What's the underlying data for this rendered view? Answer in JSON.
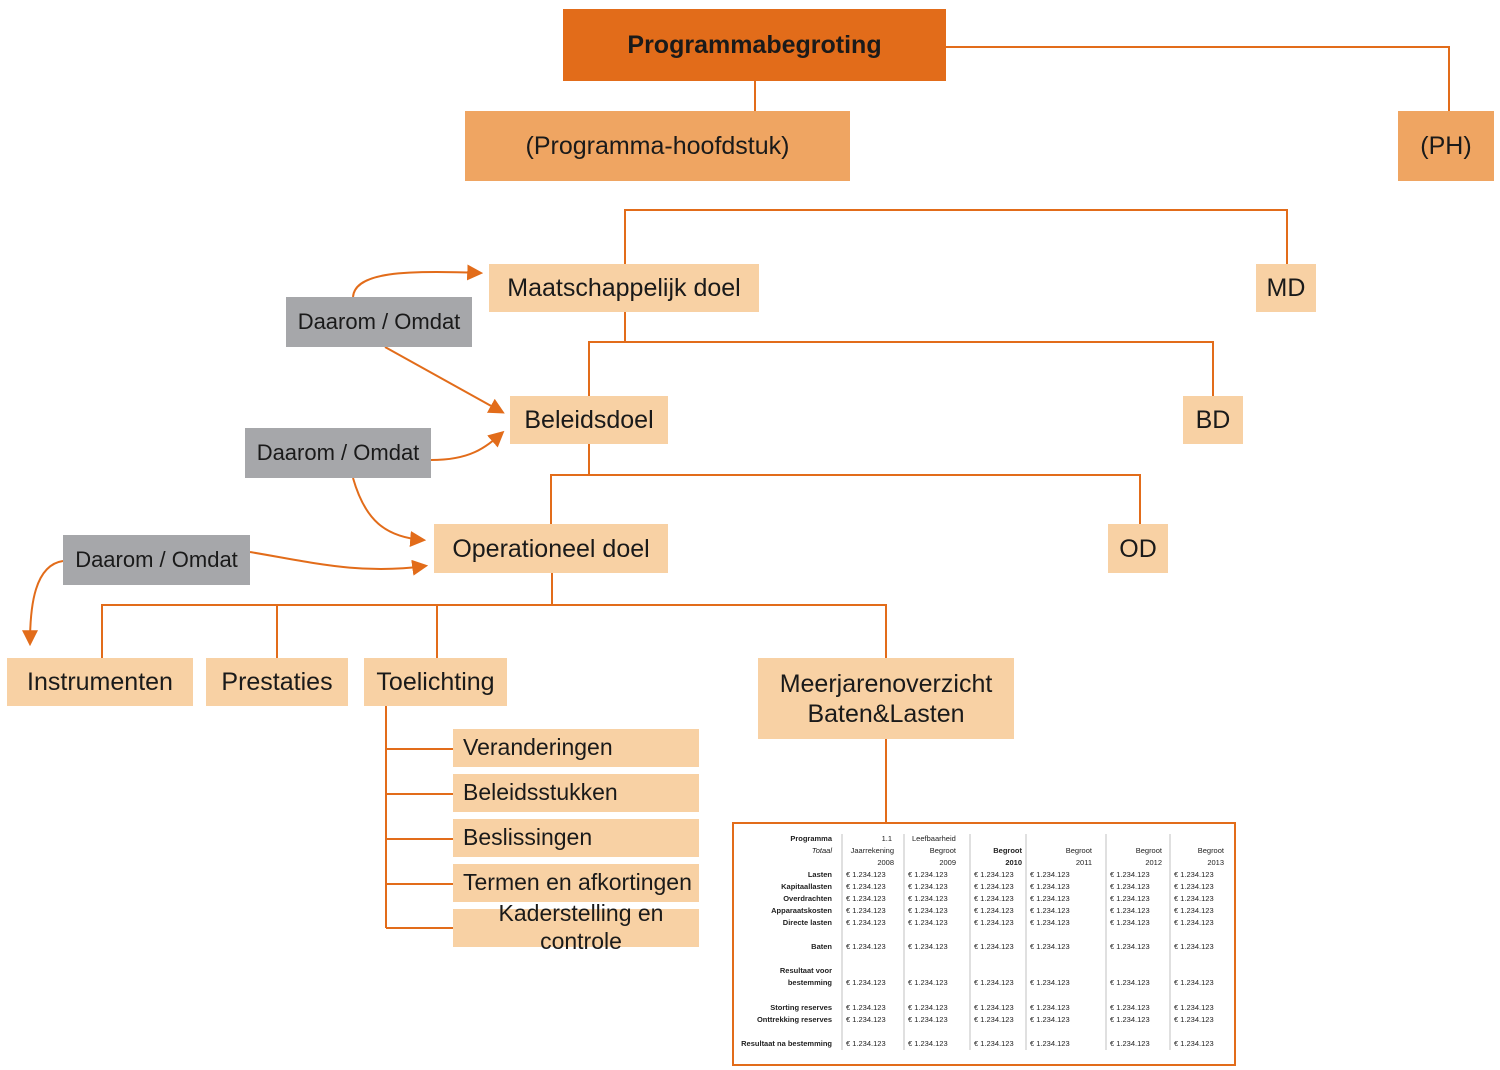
{
  "nodes": {
    "programmabegroting": "Programmabegroting",
    "programma_hoofdstuk": "(Programma-hoofdstuk)",
    "ph": "(PH)",
    "maatschappelijk_doel": "Maatschappelijk doel",
    "md": "MD",
    "beleidsdoel": "Beleidsdoel",
    "bd": "BD",
    "operationeel_doel": "Operationeel doel",
    "od": "OD",
    "instrumenten": "Instrumenten",
    "prestaties": "Prestaties",
    "toelichting": "Toelichting",
    "meerjarenoverzicht": "Meerjarenoverzicht Baten&Lasten"
  },
  "daarom_label": "Daarom / Omdat",
  "toelichting_items": [
    "Veranderingen",
    "Beleidsstukken",
    "Beslissingen",
    "Termen en afkortingen",
    "Kaderstelling en controle"
  ],
  "colors": {
    "accent": "#e26c1a",
    "level1": "#efa562",
    "level2": "#f8d1a4",
    "grey": "#a6a7aa"
  },
  "table": {
    "header_label": "Programma",
    "header_sub": "Totaal",
    "program_number": "1.1",
    "program_name": "Leefbaarheid",
    "columns": [
      {
        "type": "Jaarrekening",
        "year": "2008",
        "bold": false
      },
      {
        "type": "Begroot",
        "year": "2009",
        "bold": false
      },
      {
        "type": "Begroot",
        "year": "2010",
        "bold": true
      },
      {
        "type": "Begroot",
        "year": "2011",
        "bold": false
      },
      {
        "type": "Begroot",
        "year": "2012",
        "bold": false
      },
      {
        "type": "Begroot",
        "year": "2013",
        "bold": false
      }
    ],
    "cell_value": "€ 1.234.123",
    "rows": [
      {
        "label": "Lasten",
        "group": 0
      },
      {
        "label": "Kapitaallasten",
        "group": 0
      },
      {
        "label": "Overdrachten",
        "group": 0
      },
      {
        "label": "Apparaatskosten",
        "group": 0
      },
      {
        "label": "Directe lasten",
        "group": 0
      },
      {
        "label": "Baten",
        "group": 1
      },
      {
        "label": "Resultaat voor|bestemming",
        "group": 2
      },
      {
        "label": "Storting reserves",
        "group": 3
      },
      {
        "label": "Onttrekking reserves",
        "group": 3
      },
      {
        "label": "Resultaat na bestemming",
        "group": 4
      }
    ]
  }
}
